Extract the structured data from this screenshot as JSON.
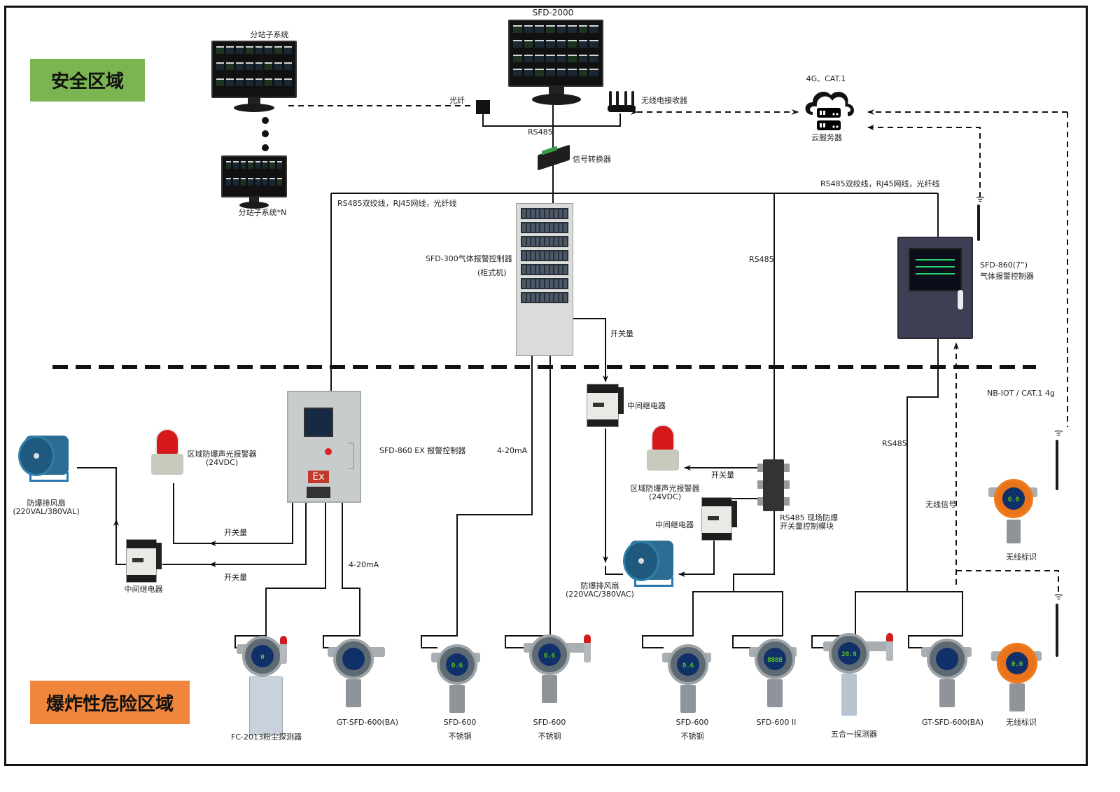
{
  "zones": {
    "safe": {
      "label": "安全区域",
      "color": "#7ab551"
    },
    "hazard": {
      "label": "爆炸性危险区域",
      "color": "#f0863c"
    }
  },
  "nodes": {
    "substation": {
      "label": "分站子系统"
    },
    "substation_n": {
      "label": "分站子系统*N"
    },
    "sfd2000": {
      "label": "SFD-2000"
    },
    "fiber": {
      "label": "光纤"
    },
    "wireless_receiver": {
      "label": "无线电接收器"
    },
    "cloud_net": {
      "label": "4G、CAT.1"
    },
    "cloud_server": {
      "label": "云服务器"
    },
    "rs485_top": {
      "label": "RS485"
    },
    "converter": {
      "label": "信号转换器"
    },
    "cabling_left": {
      "label": "RS485双绞线，RJ45网线，光纤线"
    },
    "cabling_right": {
      "label": "RS485双绞线，RJ45网线，光纤线"
    },
    "sfd300": {
      "label_line1": "SFD-300气体报警控制器",
      "label_line2": "(柜式机)"
    },
    "rs485_mid": {
      "label": "RS485"
    },
    "sfd860": {
      "label_line1": "SFD-860(7”)",
      "label_line2": "气体报警控制器"
    },
    "switch_qty_top": {
      "label": "开关量"
    },
    "nbiot": {
      "label": "NB-IOT / CAT.1 4g"
    },
    "relay_mid": {
      "label": "中间继电器"
    },
    "sfd860ex": {
      "label": "SFD-860 EX 报警控制器"
    },
    "ma_left": {
      "label": "4-20mA"
    },
    "ma_lower": {
      "label": "4-20mA"
    },
    "rs485_right": {
      "label": "RS485"
    },
    "alarm_left": {
      "label_line1": "区域防爆声光报警器",
      "label_line2": "(24VDC)"
    },
    "fan_left": {
      "label_line1": "防爆排风扇",
      "label_line2": "(220VAL/380VAL)"
    },
    "relay_left": {
      "label": "中间继电器"
    },
    "switch_qty_a": {
      "label": "开关量"
    },
    "switch_qty_b": {
      "label": "开关量"
    },
    "alarm_mid": {
      "label_line1": "区域防爆声光报警器",
      "label_line2": "(24VDC)"
    },
    "switch_qty_mid": {
      "label": "开关量"
    },
    "relay_mid2": {
      "label": "中间继电器"
    },
    "io_module": {
      "label_line1": "RS485 现场防爆",
      "label_line2": "开关量控制模块"
    },
    "fan_mid": {
      "label_line1": "防爆排风扇",
      "label_line2": "(220VAC/380VAC)"
    },
    "wireless_signal": {
      "label": "无线信号"
    },
    "wireless_tag_upper": {
      "label": "无线标识"
    }
  },
  "detectors": [
    {
      "name": "FC-2013粉尘探测器",
      "sub": "",
      "reading": "0"
    },
    {
      "name": "GT-SFD-600(BA)",
      "sub": "",
      "reading": ""
    },
    {
      "name": "SFD-600",
      "sub": "不锈钢",
      "reading": "0.6"
    },
    {
      "name": "SFD-600",
      "sub": "不锈钢",
      "reading": "0.6"
    },
    {
      "name": "SFD-600",
      "sub": "不锈钢",
      "reading": "0.6"
    },
    {
      "name": "SFD-600 II",
      "sub": "",
      "reading": "8888"
    },
    {
      "name": "五合一探测器",
      "sub": "",
      "reading": "20.9"
    },
    {
      "name": "GT-SFD-600(BA)",
      "sub": "",
      "reading": ""
    },
    {
      "name": "无线标识",
      "sub": "",
      "reading": "0.0"
    }
  ],
  "upper_tag_reading": "0.0"
}
